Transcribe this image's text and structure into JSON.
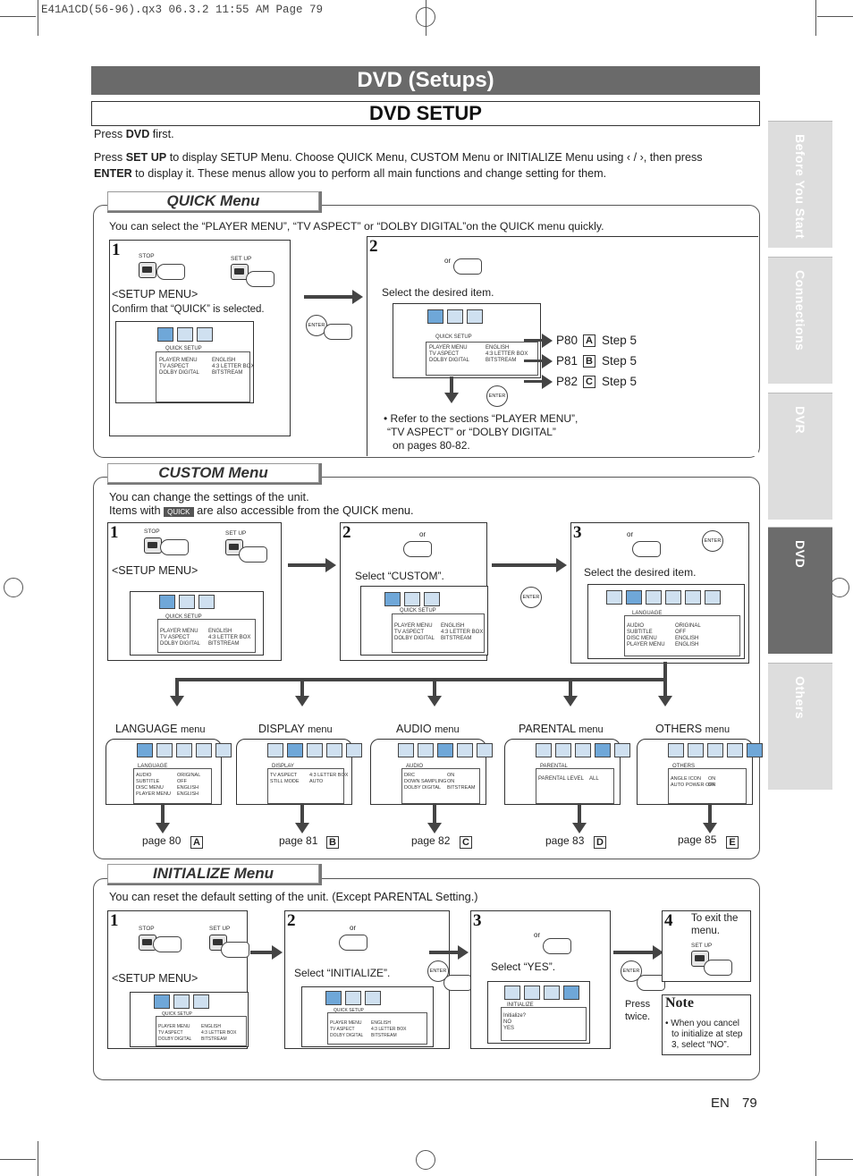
{
  "file_header": "E41A1CD(56-96).qx3   06.3.2 11:55 AM   Page 79",
  "section_title": "DVD (Setups)",
  "page_title": "DVD SETUP",
  "intro": {
    "line1_pre": "Press ",
    "line1_bold": "DVD",
    "line1_post": " first.",
    "line2_pre": "Press ",
    "line2_bold": "SET UP",
    "line2_post": " to display SETUP Menu.  Choose QUICK Menu, CUSTOM Menu or INITIALIZE Menu using ‹ / ›,  then press",
    "line3_bold": "ENTER",
    "line3_post": " to display it. These menus allow you to perform all main functions and change setting for them."
  },
  "side_tabs": [
    {
      "label": "Before You Start",
      "active": false
    },
    {
      "label": "Connections",
      "active": false
    },
    {
      "label": "DVR",
      "active": false
    },
    {
      "label": "DVD",
      "active": true
    },
    {
      "label": "Others",
      "active": false
    }
  ],
  "quick": {
    "heading": "QUICK Menu",
    "desc": "You can select the “PLAYER MENU”, “TV ASPECT” or “DOLBY DIGITAL”on the QUICK menu quickly.",
    "step1_num": "1",
    "stop": "STOP",
    "setup": "SET UP",
    "setup_menu": "<SETUP MENU>",
    "confirm": "Confirm that “QUICK” is selected.",
    "enter": "ENTER",
    "step2_num": "2",
    "or": "or",
    "select_item": "Select the desired item.",
    "screen_title": "QUICK SETUP",
    "screen_items": "PLAYER MENU\nTV ASPECT\nDOLBY DIGITAL",
    "screen_values": "ENGLISH\n4:3 LETTER BOX\nBITSTREAM",
    "refs": [
      {
        "page": "P80",
        "letter": "A",
        "step": "Step 5"
      },
      {
        "page": "P81",
        "letter": "B",
        "step": "Step 5"
      },
      {
        "page": "P82",
        "letter": "C",
        "step": "Step 5"
      }
    ],
    "note1": "• Refer to the sections “PLAYER MENU”,",
    "note2": "“TV ASPECT” or “DOLBY DIGITAL”",
    "note3": "on pages 80-82."
  },
  "custom": {
    "heading": "CUSTOM Menu",
    "desc1": "You can change the settings of the unit.",
    "desc2_pre": "Items with",
    "quick_badge": "QUICK",
    "desc2_post": "are also accessible from the QUICK menu.",
    "select_custom": "Select “CUSTOM”.",
    "select_item": "Select the desired item.",
    "lang_title": "LANGUAGE",
    "lang_items": "AUDIO\nSUBTITLE\nDISC MENU\nPLAYER MENU",
    "lang_values": "ORIGINAL\nOFF\nENGLISH\nENGLISH",
    "menus": [
      {
        "big": "LANGUAGE",
        "small": "menu",
        "title": "LANGUAGE",
        "items": "AUDIO\nSUBTITLE\nDISC MENU\nPLAYER MENU",
        "values": "ORIGINAL\nOFF\nENGLISH\nENGLISH",
        "page": "page 80",
        "letter": "A"
      },
      {
        "big": "DISPLAY",
        "small": "menu",
        "title": "DISPLAY",
        "items": "TV ASPECT\nSTILL MODE",
        "values": "4:3 LETTER BOX\nAUTO",
        "page": "page 81",
        "letter": "B"
      },
      {
        "big": "AUDIO",
        "small": "menu",
        "title": "AUDIO",
        "items": "DRC\nDOWN SAMPLING\nDOLBY DIGITAL",
        "values": "ON\nON\nBITSTREAM",
        "page": "page 82",
        "letter": "C"
      },
      {
        "big": "PARENTAL",
        "small": "menu",
        "title": "PARENTAL",
        "items": "PARENTAL LEVEL    ALL",
        "values": "",
        "page": "page 83",
        "letter": "D"
      },
      {
        "big": "OTHERS",
        "small": "menu",
        "title": "OTHERS",
        "items": "ANGLE ICON\nAUTO POWER OFF",
        "values": "ON\nON",
        "page": "page 85",
        "letter": "E"
      }
    ]
  },
  "initialize": {
    "heading": "INITIALIZE Menu",
    "desc": "You can reset the default setting of the unit. (Except PARENTAL Setting.)",
    "select_init": "Select “INITIALIZE”.",
    "select_yes": "Select “YES”.",
    "init_title": "INITIALIZE",
    "init_items": "Initialize?\nNO\nYES",
    "press_twice1": "Press",
    "press_twice2": "twice.",
    "step4_num": "4",
    "exit1": "To exit the",
    "exit2": "menu.",
    "note_title": "Note",
    "note_text1": "• When you cancel",
    "note_text2": "to initialize at step",
    "note_text3": "3, select “NO”."
  },
  "footer": {
    "lang": "EN",
    "page": "79"
  }
}
